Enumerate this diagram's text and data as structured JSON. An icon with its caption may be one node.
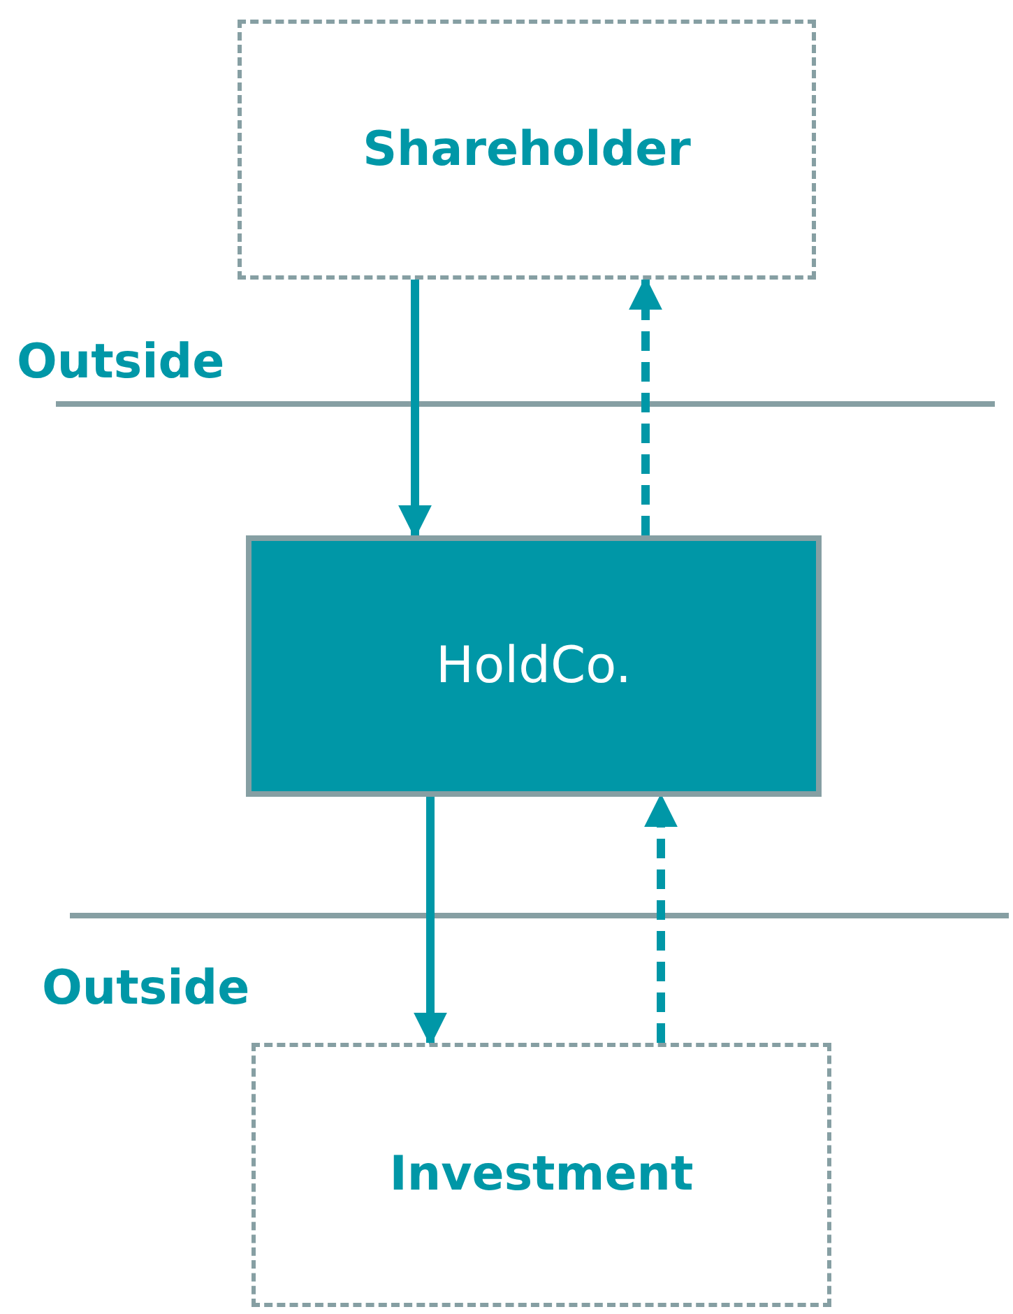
{
  "diagram": {
    "nodes": [
      {
        "text": [
          "Shareholder"
        ]
      },
      {
        "text": [
          "HoldCo."
        ]
      },
      {
        "text": [
          "Investment"
        ]
      }
    ],
    "edges": [
      {
        "from": 0,
        "to": 1,
        "arrow": "to"
      },
      {
        "from": 1,
        "to": 0,
        "arrow": "to",
        "style": "dashed"
      },
      {
        "from": 1,
        "to": 2,
        "arrow": "to"
      },
      {
        "from": 2,
        "to": 1,
        "arrow": "to",
        "style": "dashed"
      }
    ],
    "labels": [
      "Outside",
      "Outside"
    ]
  }
}
